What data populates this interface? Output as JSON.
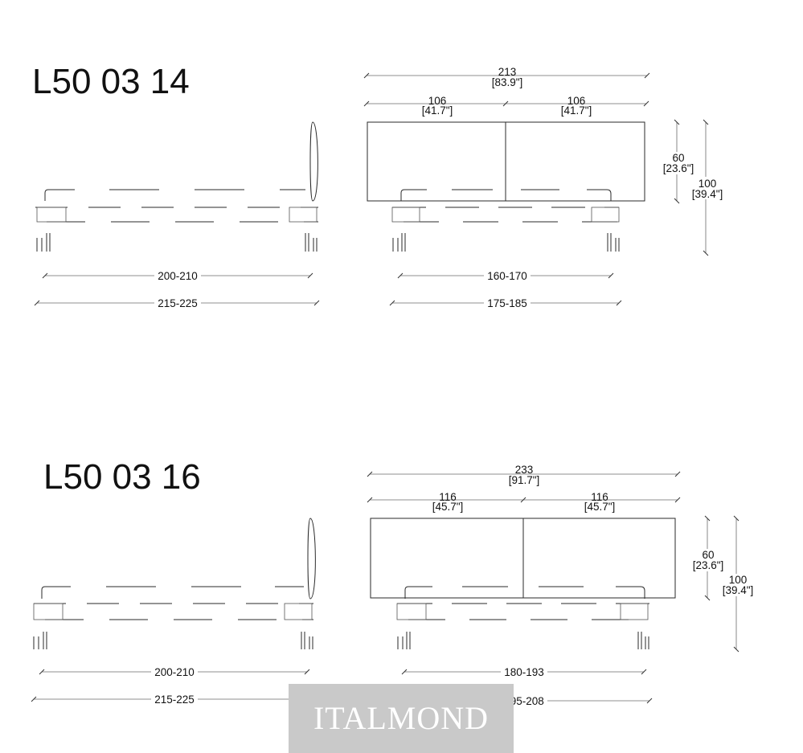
{
  "drawing_1": {
    "model": "L50 03 14",
    "overall_width": "213",
    "overall_width_in": "[83.9\"]",
    "panel_left": "106",
    "panel_left_in": "[41.7\"]",
    "panel_right": "106",
    "panel_right_in": "[41.7\"]",
    "headboard_height": "60",
    "headboard_height_in": "[23.6\"]",
    "total_height": "100",
    "total_height_in": "[39.4\"]",
    "side_inner": "200-210",
    "side_outer": "215-225",
    "front_inner": "160-170",
    "front_outer": "175-185"
  },
  "drawing_2": {
    "model": "L50 03 16",
    "overall_width": "233",
    "overall_width_in": "[91.7\"]",
    "panel_left": "116",
    "panel_left_in": "[45.7\"]",
    "panel_right": "116",
    "panel_right_in": "[45.7\"]",
    "headboard_height": "60",
    "headboard_height_in": "[23.6\"]",
    "total_height": "100",
    "total_height_in": "[39.4\"]",
    "side_inner": "200-210",
    "side_outer": "215-225",
    "front_inner": "180-193",
    "front_outer": "195-208"
  },
  "watermark": "ITALMOND"
}
